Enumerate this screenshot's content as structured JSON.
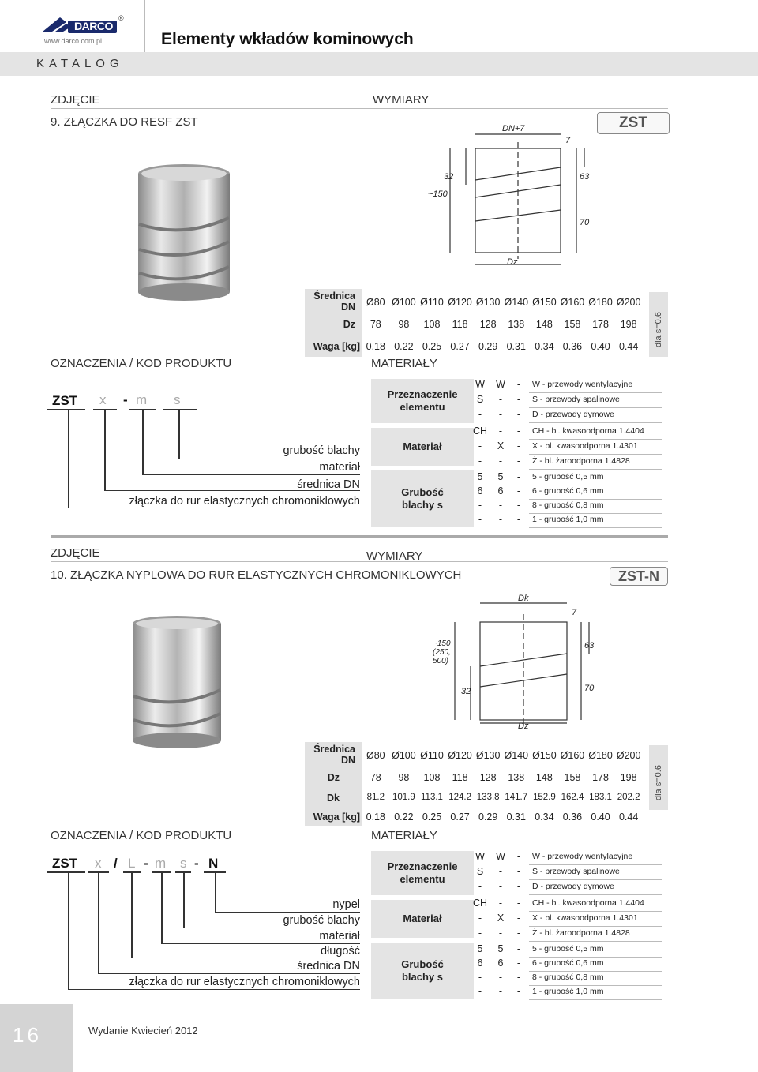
{
  "header": {
    "brand": "DARCO",
    "reg_mark": "®",
    "url": "www.darco.com.pl",
    "title": "Elementy wkładów kominowych",
    "catalog": "KATALOG"
  },
  "labels": {
    "photo": "ZDJĘCIE",
    "dimensions": "WYMIARY",
    "code": "OZNACZENIA / KOD PRODUKTU",
    "materials": "MATERIAŁY",
    "note": "dla s=0.6"
  },
  "section9": {
    "title": "9. ZŁĄCZKA DO RESF ZST",
    "badge": "ZST",
    "drawing": {
      "top": "DN+7",
      "d7": "7",
      "d32": "32",
      "d150": "~150",
      "d63": "63",
      "d70": "70",
      "bottom": "Dz"
    },
    "table": {
      "labels": [
        "Średnica DN",
        "Dz",
        "Waga [kg]"
      ],
      "dn": [
        "Ø80",
        "Ø100",
        "Ø110",
        "Ø120",
        "Ø130",
        "Ø140",
        "Ø150",
        "Ø160",
        "Ø180",
        "Ø200"
      ],
      "dz": [
        "78",
        "98",
        "108",
        "118",
        "128",
        "138",
        "148",
        "158",
        "178",
        "198"
      ],
      "weight": [
        "0.18",
        "0.22",
        "0.25",
        "0.27",
        "0.29",
        "0.31",
        "0.34",
        "0.36",
        "0.40",
        "0.44"
      ]
    },
    "code": {
      "prefix": "ZST",
      "x": "x",
      "dash": "-",
      "m": "m",
      "s": "s"
    },
    "legend": [
      "grubość blachy",
      "materiał",
      "średnica DN",
      "złączka do rur elastycznych chromoniklowych"
    ]
  },
  "section10": {
    "title": "10. ZŁĄCZKA NYPLOWA DO RUR ELASTYCZNYCH CHROMONIKLOWYCH",
    "badge": "ZST-N",
    "drawing": {
      "top": "Dk",
      "d7": "7",
      "d150": "~150 (250,500)",
      "d63": "63",
      "d32": "32",
      "d70": "70",
      "bottom": "Dz"
    },
    "table": {
      "labels": [
        "Średnica DN",
        "Dz",
        "Dk",
        "Waga [kg]"
      ],
      "dn": [
        "Ø80",
        "Ø100",
        "Ø110",
        "Ø120",
        "Ø130",
        "Ø140",
        "Ø150",
        "Ø160",
        "Ø180",
        "Ø200"
      ],
      "dz": [
        "78",
        "98",
        "108",
        "118",
        "128",
        "138",
        "148",
        "158",
        "178",
        "198"
      ],
      "dk": [
        "81.2",
        "101.9",
        "113.1",
        "124.2",
        "133.8",
        "141.7",
        "152.9",
        "162.4",
        "183.1",
        "202.2"
      ],
      "weight": [
        "0.18",
        "0.22",
        "0.25",
        "0.27",
        "0.29",
        "0.31",
        "0.34",
        "0.36",
        "0.40",
        "0.44"
      ]
    },
    "code": {
      "prefix": "ZST",
      "x": "x",
      "slash": "/",
      "L": "L",
      "dash1": "-",
      "m": "m",
      "s": "s",
      "dash2": "-",
      "N": "N"
    },
    "legend": [
      "nypel",
      "grubość blachy",
      "materiał",
      "długość",
      "średnica DN",
      "złączka do rur elastycznych chromoniklowych"
    ]
  },
  "materials": {
    "categories": [
      {
        "label": "Przeznaczenie elementu",
        "rows": [
          {
            "c": [
              "W",
              "W",
              "-"
            ],
            "desc": "W - przewody wentylacyjne"
          },
          {
            "c": [
              "S",
              "-",
              "-"
            ],
            "desc": "S  - przewody spalinowe"
          },
          {
            "c": [
              "-",
              "-",
              "-"
            ],
            "desc": "D  - przewody dymowe"
          }
        ]
      },
      {
        "label": "Materiał",
        "rows": [
          {
            "c": [
              "CH",
              "-",
              "-"
            ],
            "desc": "CH - bl. kwasoodporna  1.4404"
          },
          {
            "c": [
              "-",
              "X",
              "-"
            ],
            "desc": "X   - bl. kwasoodporna  1.4301"
          },
          {
            "c": [
              "-",
              "-",
              "-"
            ],
            "desc": "Ż   - bl. żaroodporna     1.4828"
          }
        ]
      },
      {
        "label": "Grubość blachy s",
        "rows": [
          {
            "c": [
              "5",
              "5",
              "-"
            ],
            "desc": "5 - grubość 0,5 mm"
          },
          {
            "c": [
              "6",
              "6",
              "-"
            ],
            "desc": "6 - grubość 0,6 mm"
          },
          {
            "c": [
              "-",
              "-",
              "-"
            ],
            "desc": "8 - grubość 0,8 mm"
          },
          {
            "c": [
              "-",
              "-",
              "-"
            ],
            "desc": "1  - grubość 1,0 mm"
          }
        ]
      }
    ]
  },
  "footer": {
    "page": "16",
    "edition": "Wydanie Kwiecień 2012"
  }
}
